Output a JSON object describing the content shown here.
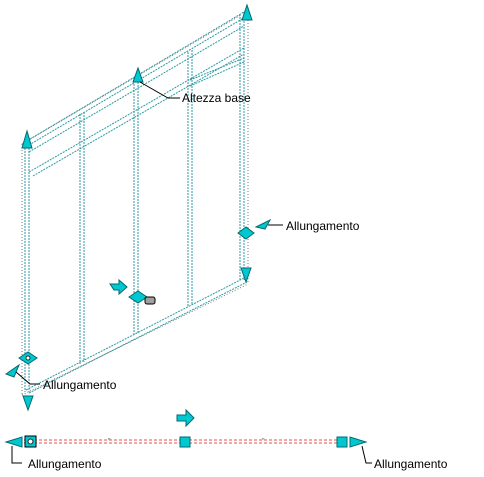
{
  "labels": {
    "base_height": "Altezza base",
    "lengthen_right": "Allungamento",
    "lengthen_left": "Allungamento",
    "lengthen_bottom_left": "Allungamento",
    "lengthen_bottom_right": "Allungamento"
  },
  "colors": {
    "grip": "#00c8d0",
    "grip_stroke": "#006a70",
    "frame_line": "#3aa0a8",
    "dash_line": "#e05050",
    "leader": "#000000"
  },
  "icons": {
    "grip_triangle": "cyan-triangle-grip",
    "grip_diamond": "cyan-diamond-grip",
    "grip_square": "cyan-square-grip",
    "direction_arrow": "cyan-arrow-icon",
    "pointer": "gray-cursor-icon"
  }
}
